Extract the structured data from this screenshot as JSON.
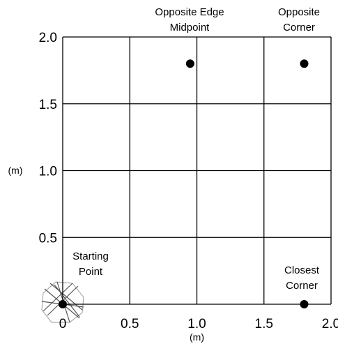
{
  "chart_data": {
    "type": "scatter",
    "x_ticks": [
      "0",
      "0.5",
      "1.0",
      "1.5",
      "2.0"
    ],
    "y_ticks": [
      "0.5",
      "1.0",
      "1.5",
      "2.0"
    ],
    "xlabel": "(m)",
    "ylabel": "(m)",
    "xlim": [
      0,
      2.0
    ],
    "ylim": [
      0,
      2.0
    ],
    "grid": true,
    "grid_step": 0.5,
    "points": [
      {
        "x": 0.0,
        "y": 0.0,
        "lines": [
          "Starting",
          "Point"
        ]
      },
      {
        "x": 1.8,
        "y": 0.0,
        "lines": [
          "Closest",
          "Corner"
        ]
      },
      {
        "x": 0.95,
        "y": 1.8,
        "lines": [
          "Opposite Edge",
          "Midpoint"
        ]
      },
      {
        "x": 1.8,
        "y": 1.8,
        "lines": [
          "Opposite",
          "Corner"
        ]
      }
    ],
    "colors": {
      "grid": "#000000",
      "point": "#000000",
      "robot": "#555555"
    }
  }
}
